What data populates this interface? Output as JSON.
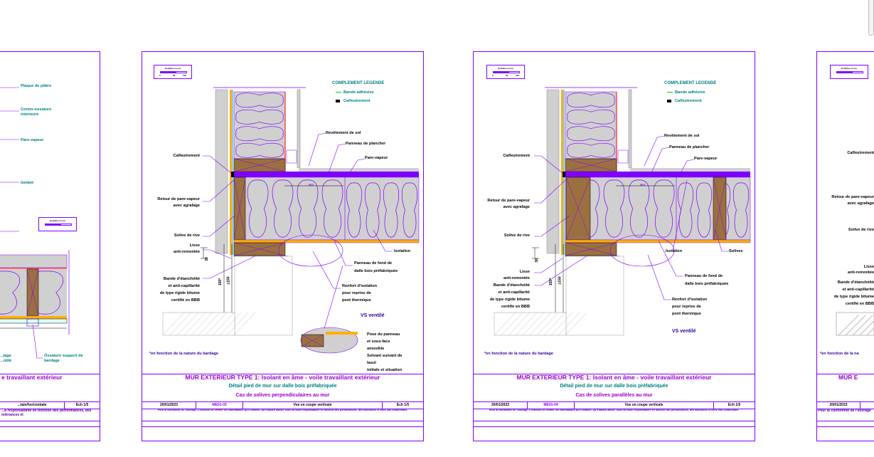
{
  "colors": {
    "frame": "#8000ff",
    "insulation": "#d0d0d0",
    "wood": "#9b7040",
    "vapor": "#8000ff",
    "strip": "#ffb000",
    "redline": "#ff0000",
    "teal": "#008080"
  },
  "scale": {
    "title": "Echelles en cm",
    "ticks": [
      "0",
      "50",
      "100"
    ],
    "fill_fraction": 0.6
  },
  "legend": {
    "title": "COMPLEMENT LEGENDE",
    "items": [
      {
        "icon": "green-line-icon",
        "label": "Bande adhésive"
      },
      {
        "icon": "black-block-icon",
        "label": "Calfeutrement"
      }
    ]
  },
  "labels": {
    "revetement": "Revêtement de sol",
    "panneau": "Panneau de plancher",
    "pare_vapeur": "Pare-vapeur",
    "calfeutrement": "Calfeutrement",
    "retour_1": "Retour de pare-vapeur",
    "retour_2": "avec agrafage",
    "solive_rive": "Solive de rive",
    "lisse_1": "Lisse",
    "lisse_2": "anti-remontée",
    "bande_1": "Bande d'étanchéité",
    "bande_2": "et anti-capillarité",
    "bande_3": "de type rigide bitume",
    "bande_4": "certifié en BBB",
    "isolation": "Isolation",
    "solives": "Solives",
    "fond_1": "Panneau de fond de",
    "fond_2": "dalle bois préfabriquée",
    "renfort_1": "Renfort d'isolation",
    "renfort_2": "pour reprise de",
    "renfort_3": "pont thermique",
    "vs": "VS ventilé",
    "pose_1": "Pose du panneau",
    "pose_2": "et sous-face",
    "pose_3": "amovible",
    "pose_4": "Solvant suivant de",
    "pose_5": "lasul",
    "pose_6": "initiale et situation",
    "note": "*en fonction de la nature du bardage",
    "dim_30": "30",
    "dim_150": "150*",
    "dim_min": "≥150",
    "dim_box": "500"
  },
  "sheets": [
    {
      "title": "MUR EXTERIEUR TYPE 1: Isolant en âme - voile travaillant extérieur",
      "subtitle": "Détail pied de mur sur dalle bois préfabriquée",
      "case": "Cas de solives perpendiculaires au mur",
      "date": "20/01/2023",
      "ref": "ME01-03",
      "view": "Vue en coupe verticale",
      "scale": "Ech 1/5",
      "disclaimer": "Pour la conformité de l'ouvrage, il convient de vérifier les informations qu'il contient, qu'il faudra utiliser sous sa seule responsabilité en fonction des performances, des tolérances et leurs non-conformités."
    },
    {
      "title": "MUR EXTERIEUR TYPE 1: Isolant en âme - voile travaillant extérieur",
      "subtitle": "Détail pied de mur sur dalle bois préfabriquée",
      "case": "Cas de solives parallèles au mur",
      "date": "20/01/2023",
      "ref": "ME01-04",
      "view": "Vue en coupe verticale",
      "scale": "Ech 1/5",
      "disclaimer": "Pour la conformité de l'ouvrage, il convient de vérifier les informations qu'il contient, qu'il faudra utiliser sous sa seule responsabilité en fonction des performances, des tolérances et leurs non-conformités."
    }
  ],
  "left_sheet": {
    "labels": [
      "Plaque de plâtre",
      "Contre-ossature",
      "intérieure",
      "Pare-vapeur",
      "Isolant",
      "Ossature support de",
      "bardage",
      "...lage",
      "...ntilé"
    ],
    "title": "e travaillant extérieur",
    "view": "...tale/horizontale",
    "scale": "Ech 1/5",
    "disclaimer": "...a responsabilité en fonction des performances, des tolérances et"
  },
  "right_sheet": {
    "labels": [
      "Calfeutrement",
      "Retour de pare-vapeur",
      "avec agrafage",
      "Solive de rive",
      "Lisse",
      "anti-remontée",
      "Bande d'étanchéité",
      "et anti-capillarité",
      "de type rigide bitume",
      "certifié en BBB",
      "*en fonction de la na"
    ],
    "title": "MUR E",
    "date": "20/01/2023",
    "disclaimer": "Pour la conformité de l'ouvrage"
  }
}
